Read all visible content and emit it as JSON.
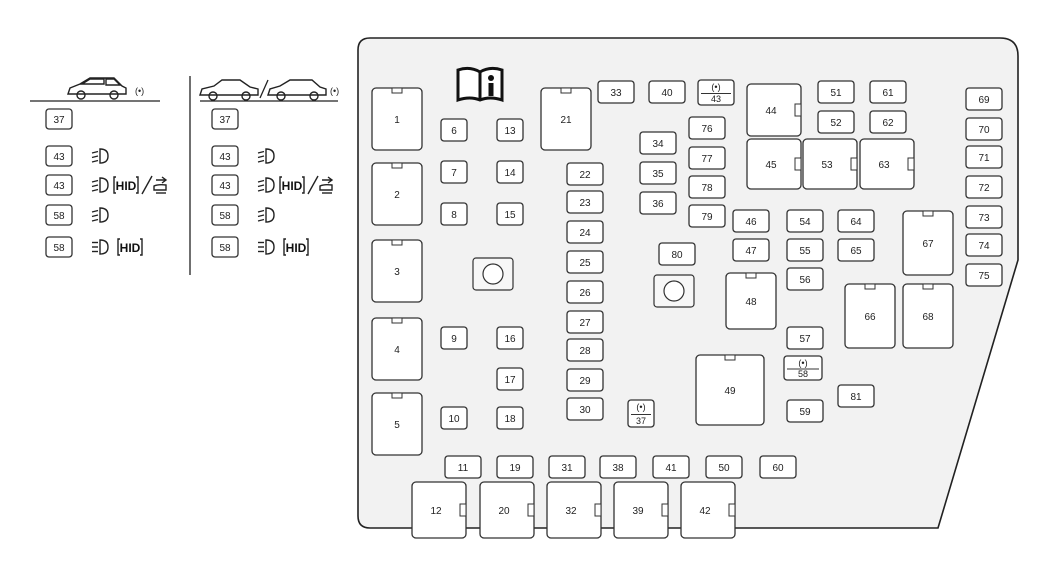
{
  "legend": {
    "left_column": {
      "car_variant_mark": "(•)",
      "rows": [
        {
          "fuse": "37",
          "icons": []
        },
        {
          "fuse": "43",
          "icons": [
            "headlamp-low-icon"
          ]
        },
        {
          "fuse": "43",
          "icons": [
            "headlamp-low-icon",
            "hid-icon",
            "headlamp-leveling-icon"
          ],
          "hid_text": "HID"
        },
        {
          "fuse": "58",
          "icons": [
            "headlamp-low-icon"
          ]
        },
        {
          "fuse": "58",
          "icons": [
            "headlamp-high-icon",
            "hid-icon"
          ],
          "hid_text": "HID"
        }
      ]
    },
    "right_column": {
      "car_variant_mark": "(•)",
      "rows": [
        {
          "fuse": "37",
          "icons": []
        },
        {
          "fuse": "43",
          "icons": [
            "headlamp-low-icon"
          ]
        },
        {
          "fuse": "43",
          "icons": [
            "headlamp-low-icon",
            "hid-icon",
            "headlamp-leveling-icon"
          ],
          "hid_text": "HID"
        },
        {
          "fuse": "58",
          "icons": [
            "headlamp-low-icon"
          ]
        },
        {
          "fuse": "58",
          "icons": [
            "headlamp-high-icon",
            "hid-icon"
          ],
          "hid_text": "HID"
        }
      ]
    }
  },
  "fuse_block": {
    "manual_icon": "book-info-icon",
    "fuses": [
      "6",
      "7",
      "8",
      "9",
      "10",
      "11",
      "13",
      "14",
      "15",
      "16",
      "17",
      "18",
      "19",
      "22",
      "23",
      "24",
      "25",
      "26",
      "27",
      "28",
      "29",
      "30",
      "31",
      "33",
      "34",
      "35",
      "36",
      "38",
      "40",
      "41",
      "43",
      "46",
      "47",
      "50",
      "51",
      "52",
      "54",
      "55",
      "56",
      "57",
      "58",
      "59",
      "60",
      "61",
      "62",
      "64",
      "65",
      "69",
      "70",
      "71",
      "72",
      "73",
      "74",
      "75",
      "76",
      "77",
      "78",
      "79",
      "80",
      "81",
      "37"
    ],
    "relays": [
      "1",
      "2",
      "3",
      "4",
      "5",
      "12",
      "20",
      "21",
      "32",
      "39",
      "42",
      "44",
      "45",
      "48",
      "49",
      "53",
      "63",
      "66",
      "67",
      "68"
    ],
    "variant_mark": "(•)",
    "variant_fuses": [
      "43",
      "58",
      "37"
    ]
  }
}
